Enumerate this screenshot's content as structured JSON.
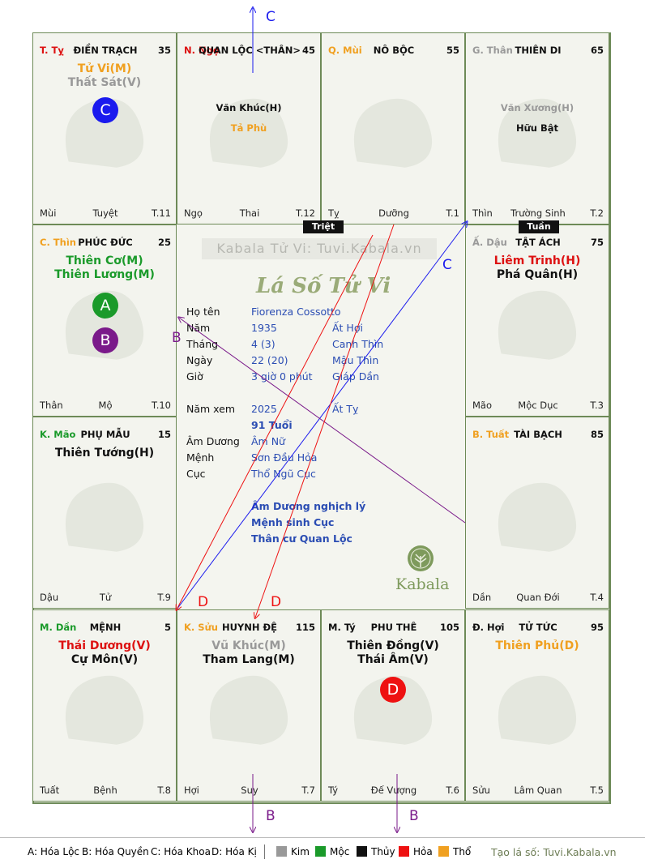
{
  "cells": [
    {
      "id": "ty",
      "can_chi": "T. Tỵ",
      "can_chi_color": "#d11",
      "name": "ĐIỀN TRẠCH",
      "age": "35",
      "stars": [
        {
          "t": "Tử Vi(M)",
          "c": "#f0a020"
        },
        {
          "t": "Thất Sát(V)",
          "c": "#999"
        }
      ],
      "minor": [],
      "footer_left": "Mùi",
      "footer_mid": "Tuyệt",
      "footer_right": "T.11"
    },
    {
      "id": "ngo",
      "can_chi": "N. Ngọ",
      "can_chi_color": "#d11",
      "name": "QUAN LỘC <THÂN>",
      "age": "45",
      "stars": [],
      "minor": [
        {
          "t": "Văn Khúc(H)",
          "c": "#111"
        },
        {
          "t": "Tả Phù",
          "c": "#f0a020"
        }
      ],
      "footer_left": "Ngọ",
      "footer_mid": "Thai",
      "footer_right": "T.12"
    },
    {
      "id": "mui",
      "can_chi": "Q. Mùi",
      "can_chi_color": "#f0a020",
      "name": "NÔ BỘC",
      "age": "55",
      "stars": [],
      "minor": [],
      "footer_left": "Tỵ",
      "footer_mid": "Dưỡng",
      "footer_right": "T.1"
    },
    {
      "id": "than",
      "can_chi": "G. Thân",
      "can_chi_color": "#999",
      "name": "THIÊN DI",
      "age": "65",
      "stars": [],
      "minor": [
        {
          "t": "Văn Xương(H)",
          "c": "#999"
        },
        {
          "t": "Hữu Bật",
          "c": "#111"
        }
      ],
      "footer_left": "Thìn",
      "footer_mid": "Trường Sinh",
      "footer_right": "T.2"
    },
    {
      "id": "thin",
      "can_chi": "C. Thìn",
      "can_chi_color": "#f0a020",
      "name": "PHÚC ĐỨC",
      "age": "25",
      "stars": [
        {
          "t": "Thiên Cơ(M)",
          "c": "#1a9a2a"
        },
        {
          "t": "Thiên Lương(M)",
          "c": "#1a9a2a"
        }
      ],
      "minor": [],
      "footer_left": "Thân",
      "footer_mid": "Mộ",
      "footer_right": "T.10"
    },
    {
      "id": "dau",
      "can_chi": "Ấ. Dậu",
      "can_chi_color": "#999",
      "name": "TẬT ÁCH",
      "age": "75",
      "stars": [
        {
          "t": "Liêm Trinh(H)",
          "c": "#d11"
        },
        {
          "t": "Phá Quân(H)",
          "c": "#111"
        }
      ],
      "minor": [],
      "footer_left": "Mão",
      "footer_mid": "Mộc Dục",
      "footer_right": "T.3"
    },
    {
      "id": "mao",
      "can_chi": "K. Mão",
      "can_chi_color": "#1a9a2a",
      "name": "PHỤ MẪU",
      "age": "15",
      "stars": [
        {
          "t": "Thiên Tướng(H)",
          "c": "#111"
        }
      ],
      "minor": [],
      "footer_left": "Dậu",
      "footer_mid": "Tử",
      "footer_right": "T.9"
    },
    {
      "id": "tuat",
      "can_chi": "B. Tuất",
      "can_chi_color": "#f0a020",
      "name": "TÀI BẠCH",
      "age": "85",
      "stars": [],
      "minor": [],
      "footer_left": "Dần",
      "footer_mid": "Quan Đới",
      "footer_right": "T.4"
    },
    {
      "id": "dan",
      "can_chi": "M. Dần",
      "can_chi_color": "#1a9a2a",
      "name": "MỆNH",
      "age": "5",
      "stars": [
        {
          "t": "Thái Dương(V)",
          "c": "#d11"
        },
        {
          "t": "Cự Môn(V)",
          "c": "#111"
        }
      ],
      "minor": [],
      "footer_left": "Tuất",
      "footer_mid": "Bệnh",
      "footer_right": "T.8"
    },
    {
      "id": "suu",
      "can_chi": "K. Sửu",
      "can_chi_color": "#f0a020",
      "name": "HUYNH ĐỆ",
      "age": "115",
      "stars": [
        {
          "t": "Vũ Khúc(M)",
          "c": "#999"
        },
        {
          "t": "Tham Lang(M)",
          "c": "#111"
        }
      ],
      "minor": [],
      "footer_left": "Hợi",
      "footer_mid": "Suy",
      "footer_right": "T.7"
    },
    {
      "id": "ti",
      "can_chi": "M. Tý",
      "can_chi_color": "#111",
      "name": "PHU THÊ",
      "age": "105",
      "stars": [
        {
          "t": "Thiên Đồng(V)",
          "c": "#111"
        },
        {
          "t": "Thái Âm(V)",
          "c": "#111"
        }
      ],
      "minor": [],
      "footer_left": "Tý",
      "footer_mid": "Đế Vượng",
      "footer_right": "T.6"
    },
    {
      "id": "hoi",
      "can_chi": "Đ. Hợi",
      "can_chi_color": "#111",
      "name": "TỬ TỨC",
      "age": "95",
      "stars": [
        {
          "t": "Thiên Phủ(D)",
          "c": "#f0a020"
        }
      ],
      "minor": [],
      "footer_left": "Sửu",
      "footer_mid": "Lâm Quan",
      "footer_right": "T.5"
    }
  ],
  "center": {
    "watermark": "Kabala Tử Vi: Tuvi.Kabala.vn",
    "title": "Lá Số Tử Vi",
    "rows": [
      {
        "label": "Họ tên",
        "v1": "Fiorenza Cossotto",
        "v2": ""
      },
      {
        "label": "Năm",
        "v1": "1935",
        "v2": "Ất Hợi"
      },
      {
        "label": "Tháng",
        "v1": "4  (3)",
        "v2": "Canh Thìn"
      },
      {
        "label": "Ngày",
        "v1": "22  (20)",
        "v2": "Mậu Thìn"
      },
      {
        "label": "Giờ",
        "v1": "3 giờ 0 phút",
        "v2": "Giáp Dần"
      },
      {
        "label": "Năm xem",
        "v1": "2025",
        "v2": "Ất Tỵ"
      },
      {
        "label": "",
        "v1": "91 Tuổi",
        "v2": ""
      },
      {
        "label": "Âm Dương",
        "v1": "Âm Nữ",
        "v2": ""
      },
      {
        "label": "Mệnh",
        "v1": "Sơn Đầu Hỏa",
        "v2": ""
      },
      {
        "label": "Cục",
        "v1": "Thổ Ngũ Cục",
        "v2": ""
      }
    ],
    "notes": [
      "Âm Dương nghịch lý",
      "Mệnh sinh Cục",
      "Thân cư Quan Lộc"
    ],
    "brand": "Kabala"
  },
  "badges": {
    "triet": "Triệt",
    "tuan": "Tuần"
  },
  "circles": {
    "a": "A",
    "b": "B",
    "c": "C",
    "d": "D"
  },
  "arrow_labels": {
    "c1": "C",
    "c2": "C",
    "b1": "B",
    "b2": "B",
    "b3": "B",
    "d1": "D",
    "d2": "D"
  },
  "legend": {
    "a": "A: Hóa Lộc",
    "b": "B: Hóa Quyền",
    "c": "C: Hóa Khoa",
    "d": "D: Hóa Kị",
    "kim": "Kim",
    "moc": "Mộc",
    "thuy": "Thủy",
    "hoa": "Hỏa",
    "tho": "Thổ",
    "site": "Tạo lá số: Tuvi.Kabala.vn"
  },
  "colors": {
    "kim": "#999999",
    "moc": "#1a9a2a",
    "thuy": "#111111",
    "hoa": "#ee1111",
    "tho": "#f0a020",
    "hoa_loc": "#1a9a2a",
    "hoa_quyen": "#7a1a8a",
    "hoa_khoa": "#1a1aee",
    "hoa_ki": "#ee1111"
  }
}
